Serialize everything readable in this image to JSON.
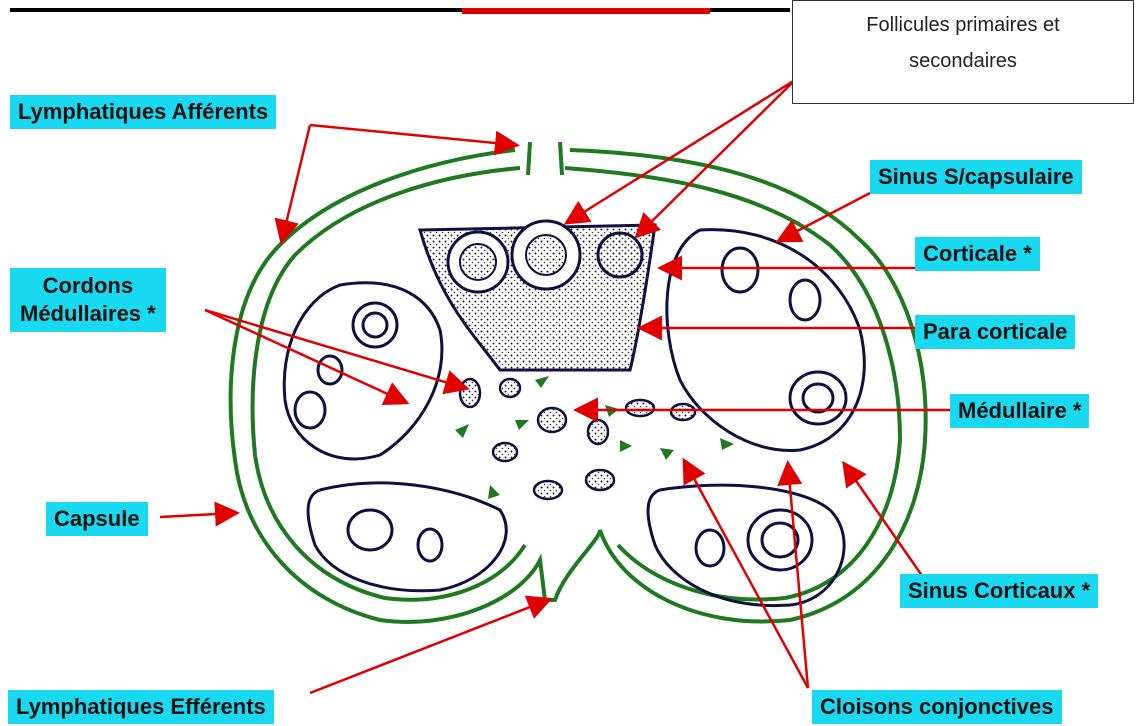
{
  "labels": {
    "lymph_afferents": "Lymphatiques Afférents",
    "cordons_line1": "Cordons",
    "cordons_line2": "Médullaires *",
    "capsule": "Capsule",
    "lymph_efferents": "Lymphatiques Efférents",
    "follicles_line1": "Follicules primaires et",
    "follicles_line2": "secondaires",
    "sinus_s_capsulaire": "Sinus S/capsulaire",
    "corticale": "Corticale *",
    "para_corticale": "Para corticale",
    "medullaire": "Médullaire *",
    "sinus_corticaux": "Sinus Corticaux *",
    "cloisons": "Cloisons conjonctives"
  },
  "colors": {
    "label_bg": "#19d9f0",
    "arrow": "#e00000",
    "capsule": "#1f7a1f",
    "tissue": "#101040"
  }
}
